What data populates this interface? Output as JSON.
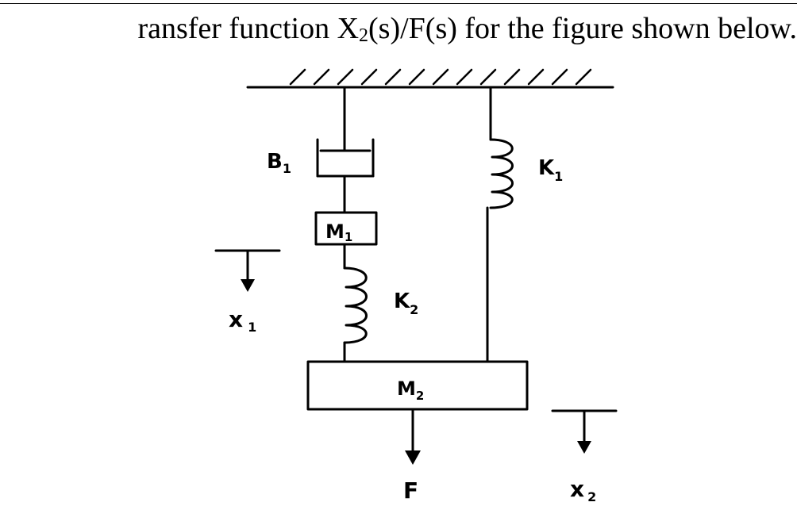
{
  "heading": {
    "prefix": "ransfer function X",
    "sub": "2",
    "suffix": "(s)/F(s) for the figure shown below."
  },
  "labels": {
    "b1": "B",
    "b1_sub": "1",
    "k1": "K",
    "k1_sub": "1",
    "m1": "M",
    "m1_sub": "1",
    "k2": "K",
    "k2_sub": "2",
    "x1": "x",
    "x1_sub": "1",
    "m2": "M",
    "m2_sub": "2",
    "f": "F",
    "x2": "x",
    "x2_sub": "2"
  }
}
